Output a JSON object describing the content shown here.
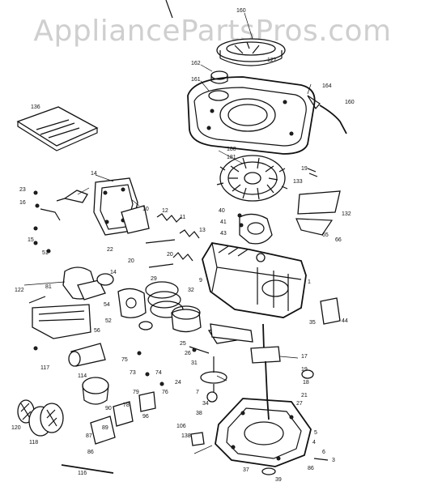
{
  "watermark": "AppliancePartsPros.com",
  "callouts": [
    {
      "id": "c1",
      "text": "160"
    },
    {
      "id": "c2",
      "text": "127"
    },
    {
      "id": "c3",
      "text": "162"
    },
    {
      "id": "c4",
      "text": "161"
    },
    {
      "id": "c5",
      "text": "136"
    },
    {
      "id": "c6",
      "text": "164"
    },
    {
      "id": "c7",
      "text": "160"
    },
    {
      "id": "c8",
      "text": "180"
    },
    {
      "id": "c9",
      "text": "181"
    },
    {
      "id": "c10",
      "text": "23"
    },
    {
      "id": "c11",
      "text": "16"
    },
    {
      "id": "c12",
      "text": "40"
    },
    {
      "id": "c13",
      "text": "41"
    },
    {
      "id": "c14",
      "text": "43"
    },
    {
      "id": "c15",
      "text": "132"
    },
    {
      "id": "c16",
      "text": "14"
    },
    {
      "id": "c17",
      "text": "19"
    },
    {
      "id": "c18",
      "text": "133"
    },
    {
      "id": "c19",
      "text": "65"
    },
    {
      "id": "c20",
      "text": "66"
    },
    {
      "id": "c21",
      "text": "15"
    },
    {
      "id": "c22",
      "text": "51"
    },
    {
      "id": "c23",
      "text": "10"
    },
    {
      "id": "c24",
      "text": "12"
    },
    {
      "id": "c25",
      "text": "11"
    },
    {
      "id": "c26",
      "text": "13"
    },
    {
      "id": "c27",
      "text": "20"
    },
    {
      "id": "c28",
      "text": "22"
    },
    {
      "id": "c29",
      "text": "20"
    },
    {
      "id": "c30",
      "text": "122"
    },
    {
      "id": "c31",
      "text": "81"
    },
    {
      "id": "c32",
      "text": "14"
    },
    {
      "id": "c33",
      "text": "54"
    },
    {
      "id": "c34",
      "text": "52"
    },
    {
      "id": "c35",
      "text": "9"
    },
    {
      "id": "c36",
      "text": "56"
    },
    {
      "id": "c37",
      "text": "29"
    },
    {
      "id": "c38",
      "text": "32"
    },
    {
      "id": "c39",
      "text": "35"
    },
    {
      "id": "c40",
      "text": "25"
    },
    {
      "id": "c41",
      "text": "26"
    },
    {
      "id": "c42",
      "text": "31"
    },
    {
      "id": "c43",
      "text": "24"
    },
    {
      "id": "c44",
      "text": "17"
    },
    {
      "id": "c45",
      "text": "19"
    },
    {
      "id": "c46",
      "text": "18"
    },
    {
      "id": "c47",
      "text": "21"
    },
    {
      "id": "c48",
      "text": "27"
    },
    {
      "id": "c49",
      "text": "114"
    },
    {
      "id": "c50",
      "text": "117"
    },
    {
      "id": "c51",
      "text": "75"
    },
    {
      "id": "c52",
      "text": "73"
    },
    {
      "id": "c53",
      "text": "74"
    },
    {
      "id": "c54",
      "text": "76"
    },
    {
      "id": "c55",
      "text": "79"
    },
    {
      "id": "c56",
      "text": "78"
    },
    {
      "id": "c57",
      "text": "90"
    },
    {
      "id": "c58",
      "text": "89"
    },
    {
      "id": "c59",
      "text": "87"
    },
    {
      "id": "c60",
      "text": "86"
    },
    {
      "id": "c61",
      "text": "120"
    },
    {
      "id": "c62",
      "text": "118"
    },
    {
      "id": "c63",
      "text": "116"
    },
    {
      "id": "c64",
      "text": "96"
    },
    {
      "id": "c65",
      "text": "7"
    },
    {
      "id": "c66",
      "text": "34"
    },
    {
      "id": "c67",
      "text": "38"
    },
    {
      "id": "c68",
      "text": "106"
    },
    {
      "id": "c69",
      "text": "138"
    },
    {
      "id": "c70",
      "text": "5"
    },
    {
      "id": "c71",
      "text": "4"
    },
    {
      "id": "c72",
      "text": "6"
    },
    {
      "id": "c73",
      "text": "37"
    },
    {
      "id": "c74",
      "text": "39"
    },
    {
      "id": "c75",
      "text": "3"
    },
    {
      "id": "c76",
      "text": "86"
    },
    {
      "id": "c77",
      "text": "1"
    },
    {
      "id": "c78",
      "text": "44"
    }
  ]
}
